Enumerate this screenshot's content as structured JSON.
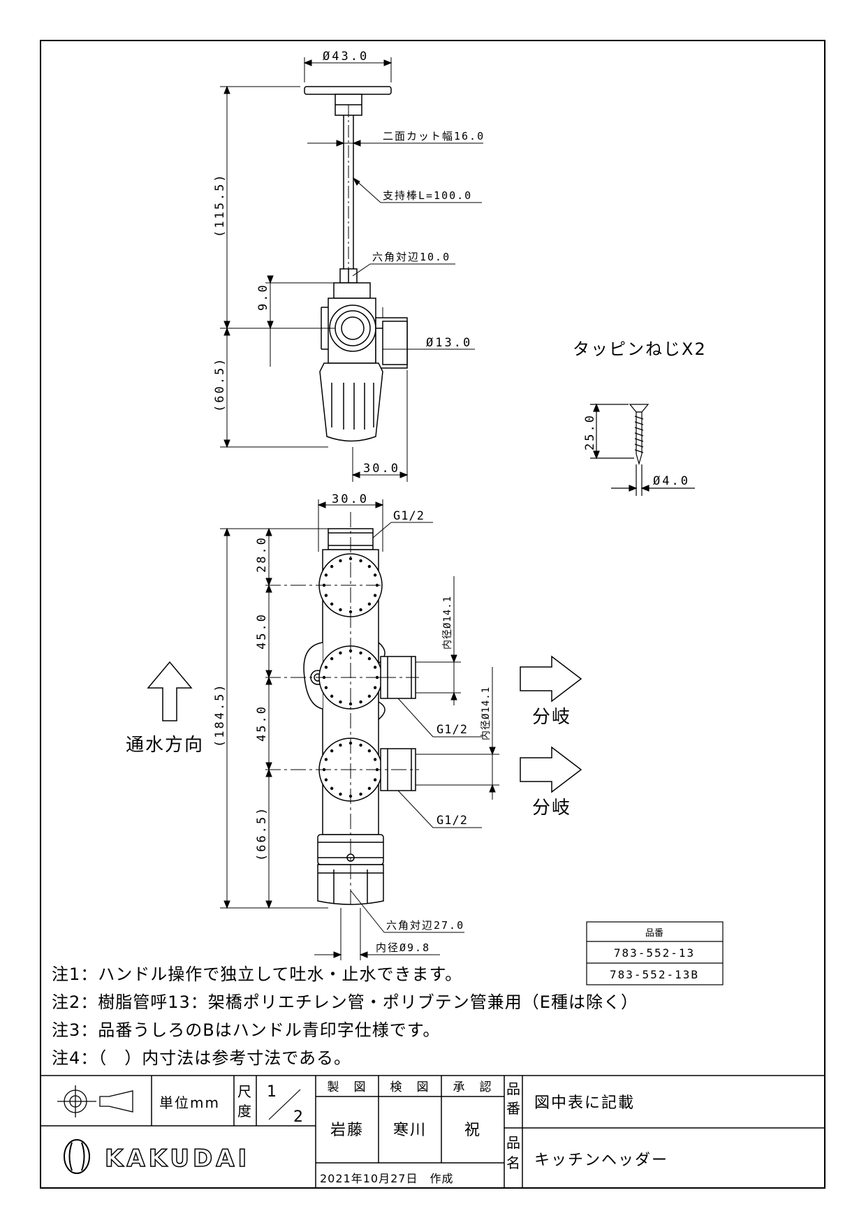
{
  "top_view": {
    "dim_diameter_top": "Ø43.0",
    "dim_flat_width": "二面カット幅16.0",
    "dim_support_rod": "支持棒L=100.0",
    "dim_hex": "六角対辺10.0",
    "dim_height_upper": "(115.5)",
    "dim_9": "9.0",
    "dim_height_lower": "(60.5)",
    "dim_outlet_dia": "Ø13.0",
    "dim_width_30": "30.0"
  },
  "screw": {
    "title": "タッピンねじX2",
    "dim_length": "25.0",
    "dim_diameter": "Ø4.0"
  },
  "front_view": {
    "dim_width_30": "30.0",
    "thread_top": "G1/2",
    "dim_28": "28.0",
    "dim_45a": "45.0",
    "dim_45b": "45.0",
    "dim_66": "(66.5)",
    "dim_total": "(184.5)",
    "inner_dia_1": "内径Ø14.1",
    "inner_dia_2": "内径Ø14.1",
    "thread_mid": "G1/2",
    "thread_low": "G1/2",
    "branch_1": "分岐",
    "branch_2": "分岐",
    "flow_direction": "通水方向",
    "dim_hex_27": "六角対辺27.0",
    "dim_inner_98": "内径Ø9.8"
  },
  "part_table": {
    "header": "品番",
    "rows": [
      "783-552-13",
      "783-552-13B"
    ]
  },
  "notes": [
    "注1：ハンドル操作で独立して吐水・止水できます。",
    "注2：樹脂管呼13：架橋ポリエチレン管・ポリブテン管兼用（E種は除く）",
    "注3：品番うしろのBはハンドル青印字仕様です。",
    "注4：（　）内寸法は参考寸法である。"
  ],
  "title_block": {
    "unit": "単位mm",
    "scale_label_1": "尺",
    "scale_label_2": "度",
    "scale_num": "1",
    "scale_den": "2",
    "drawn_label": "製　図",
    "checked_label": "検　図",
    "approved_label": "承　認",
    "drawn_name": "岩藤",
    "checked_name": "寒川",
    "approved_name": "祝",
    "date": "2021年10月27日　作成",
    "part_no_label_1": "品",
    "part_no_label_2": "番",
    "part_no_value": "図中表に記載",
    "name_label_1": "品",
    "name_label_2": "名",
    "name_value": "キッチンヘッダー",
    "company": "KAKUDAI"
  }
}
